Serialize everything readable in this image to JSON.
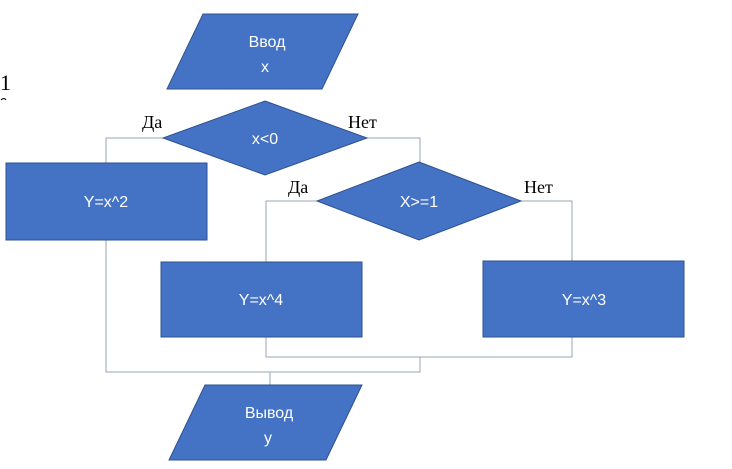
{
  "diagram": {
    "input": {
      "line1": "Ввод",
      "line2": "x"
    },
    "decision1": {
      "label": "x<0",
      "yes": "Да",
      "no": "Нет"
    },
    "process_x2": {
      "label": "Y=x^2"
    },
    "decision2": {
      "label": "X>=1",
      "yes": "Да",
      "no": "Нет"
    },
    "process_x4": {
      "label": "Y=x^4"
    },
    "process_x3": {
      "label": "Y=x^3"
    },
    "output": {
      "line1": "Вывод",
      "line2": "y"
    }
  },
  "margin": {
    "mark": "1"
  },
  "colors": {
    "shape_fill": "#4472C4",
    "shape_border": "#2F528F",
    "connector": "#9aa6b5"
  }
}
